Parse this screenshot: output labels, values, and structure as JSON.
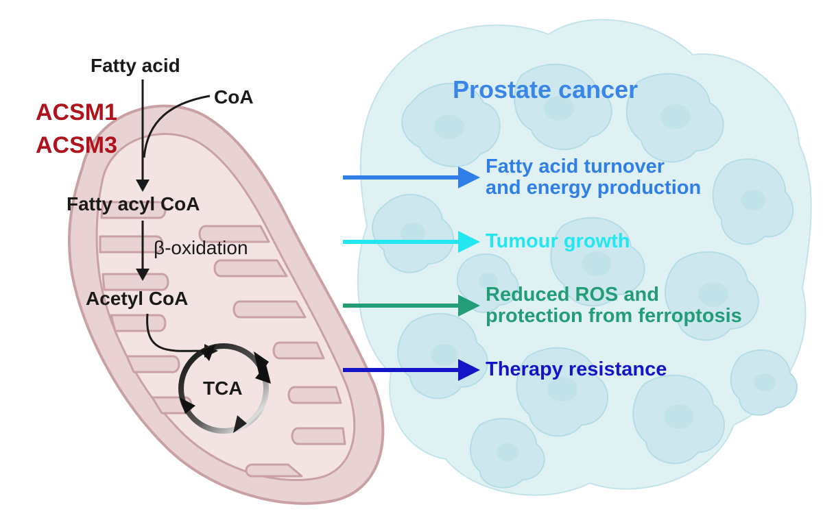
{
  "diagram": {
    "pathway": {
      "fatty_acid": "Fatty acid",
      "coa": "CoA",
      "fatty_acyl_coa": "Fatty acyl CoA",
      "beta_oxidation": "β-oxidation",
      "acetyl_coa": "Acetyl CoA",
      "tca": "TCA"
    },
    "enzymes": {
      "enzyme_1": "ACSM1",
      "enzyme_2": "ACSM3"
    },
    "prostate_cancer": {
      "title": "Prostate cancer",
      "effects": [
        {
          "line1": "Fatty acid turnover",
          "line2": "and energy production",
          "color": "#2f7fe6"
        },
        {
          "line1": "Tumour growth",
          "line2": "",
          "color": "#22e6f0"
        },
        {
          "line1": "Reduced ROS and",
          "line2": "protection from ferroptosis",
          "color": "#239c78"
        },
        {
          "line1": "Therapy resistance",
          "line2": "",
          "color": "#1414c8"
        }
      ]
    },
    "colors": {
      "mitochondrion_outer": "#e8d2d3",
      "mitochondrion_stroke": "#c9a1a4",
      "enzyme_text": "#b0121b",
      "cell_cluster": "#cfe9ee",
      "title_text": "#3a86e8"
    },
    "icons": [
      "mitochondrion-icon",
      "tumour-cell-cluster-icon"
    ]
  }
}
